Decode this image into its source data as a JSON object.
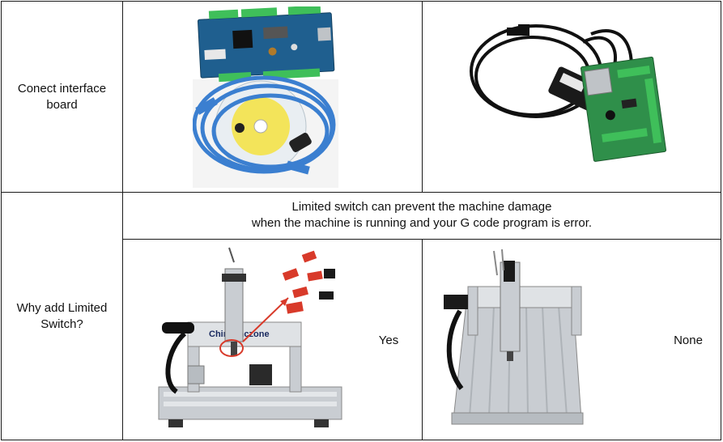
{
  "rows": [
    {
      "label_line1": "Conect interface",
      "label_line2": "board"
    },
    {
      "label_line1": "Why add Limited",
      "label_line2": "Switch?",
      "note_line1": "Limited switch can prevent the machine damage",
      "note_line2": "when the machine is running and your G code program is error.",
      "with_switch_caption": "Yes",
      "without_switch_caption": "None"
    }
  ],
  "images": {
    "machine_brand_text": "Chinacnczone"
  },
  "colors": {
    "pcb_blue": "#1f5f8f",
    "pcb_green": "#2f8f4a",
    "terminal_green": "#3fbf5a",
    "cable_blue": "#3b7fd0",
    "switch_red": "#d83a2a",
    "aluminum": "#c9cdd2",
    "table_border": "#1a1a1a"
  }
}
